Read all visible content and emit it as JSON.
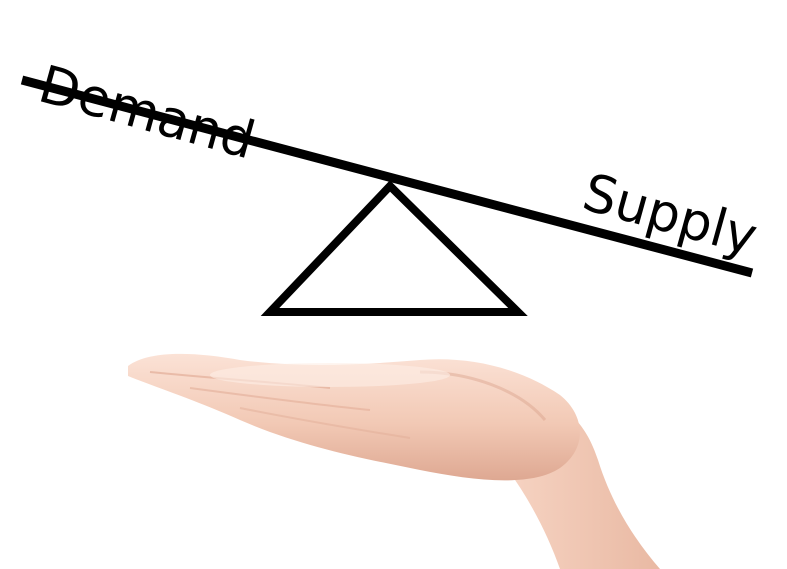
{
  "labels": {
    "left": "Demand",
    "right": "Supply"
  },
  "colors": {
    "ink": "#000000",
    "skin": "#f2c9b5",
    "skin_shadow": "#dea892",
    "skin_highlight": "#fbe2d6",
    "background": "#ffffff"
  },
  "icons": {
    "beam": "seesaw-beam",
    "fulcrum": "triangle-fulcrum",
    "hand": "open-palm-hand"
  }
}
